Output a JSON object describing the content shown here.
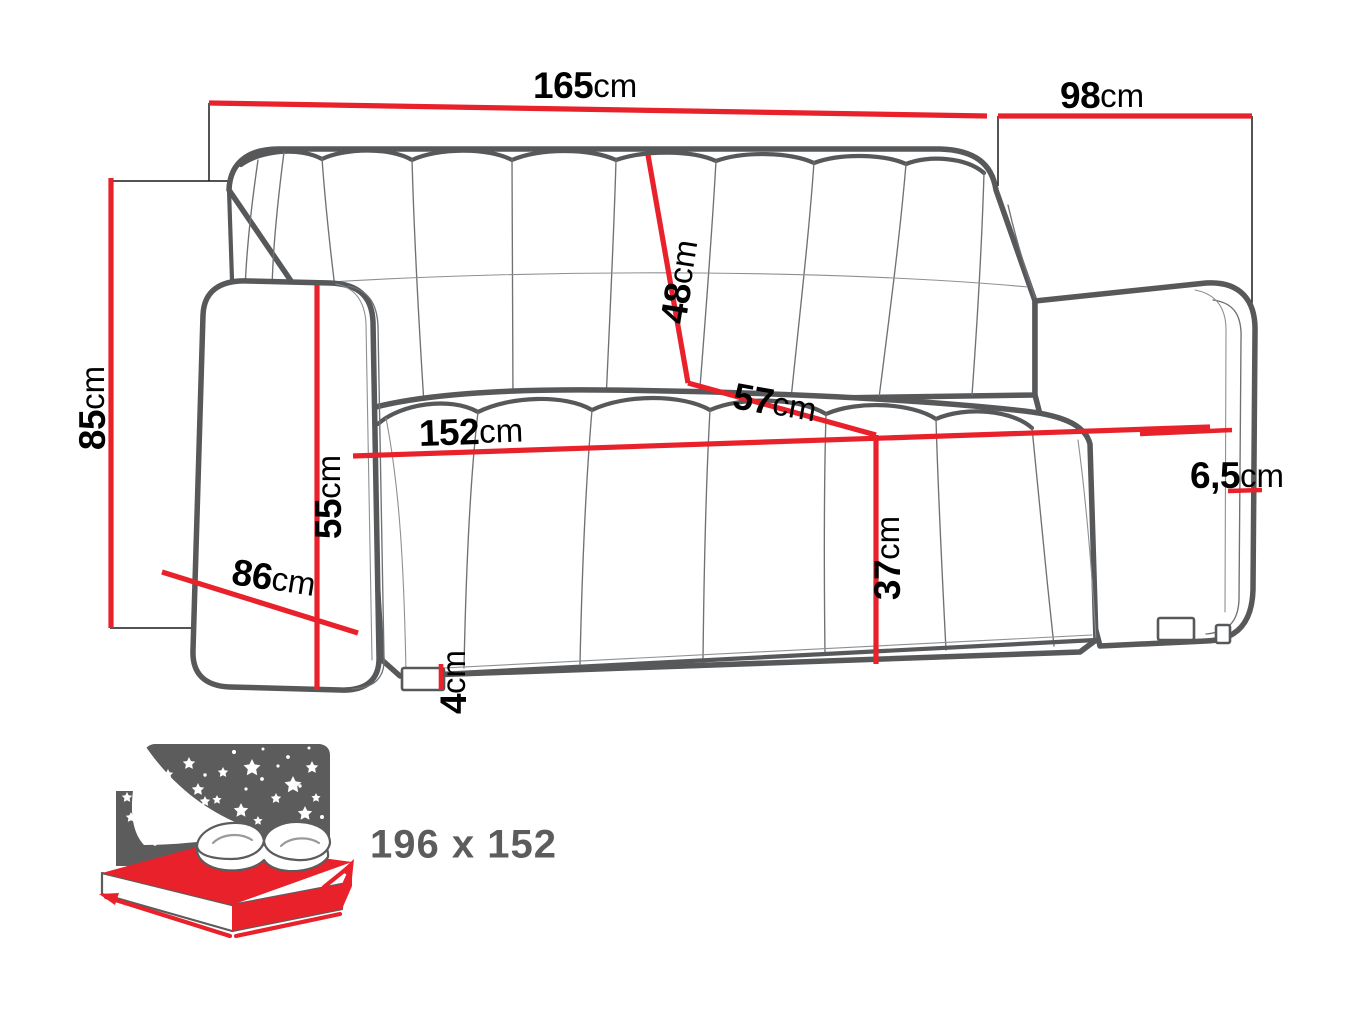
{
  "diagram": {
    "title": "Sofa bed dimension diagram",
    "unit_suffix": "cm",
    "accent_color": "#e8212b",
    "outline_color": "#56585a",
    "label_color": "#000000",
    "background_color": "#ffffff"
  },
  "dimensions": {
    "total_width": {
      "value": "165",
      "unit": "cm",
      "label": "165cm",
      "placement": "top-left",
      "orientation": "horizontal"
    },
    "total_depth": {
      "value": "98",
      "unit": "cm",
      "label": "98cm",
      "placement": "top-right",
      "orientation": "horizontal"
    },
    "total_height": {
      "value": "85",
      "unit": "cm",
      "label": "85cm",
      "placement": "left-outer",
      "orientation": "vertical"
    },
    "armrest_height": {
      "value": "55",
      "unit": "cm",
      "label": "55cm",
      "placement": "left-inner",
      "orientation": "vertical"
    },
    "armrest_depth": {
      "value": "86",
      "unit": "cm",
      "label": "86cm",
      "placement": "left-bottom",
      "orientation": "diagonal"
    },
    "backrest_height": {
      "value": "48",
      "unit": "cm",
      "label": "48cm",
      "placement": "backrest",
      "orientation": "diagonal-vertical"
    },
    "seat_depth": {
      "value": "57",
      "unit": "cm",
      "label": "57cm",
      "placement": "seat-top",
      "orientation": "diagonal"
    },
    "seat_width": {
      "value": "152",
      "unit": "cm",
      "label": "152cm",
      "placement": "seat-front",
      "orientation": "diagonal"
    },
    "seat_height": {
      "value": "37",
      "unit": "cm",
      "label": "37cm",
      "placement": "seat-right",
      "orientation": "vertical"
    },
    "leg_height": {
      "value": "4",
      "unit": "cm",
      "label": "4cm",
      "placement": "bottom-leg",
      "orientation": "vertical"
    },
    "side_panel": {
      "value": "6,5",
      "unit": "cm",
      "label": "6,5cm",
      "placement": "right-side",
      "orientation": "vertical"
    }
  },
  "sleeping_area": {
    "icon_name": "bed-night-icon",
    "size_label": "196 x 152",
    "width": "196",
    "length": "152",
    "separator": "x",
    "night_color": "#5c5c5c",
    "mattress_color": "#e8212b",
    "text_color": "#5c5c5c"
  }
}
